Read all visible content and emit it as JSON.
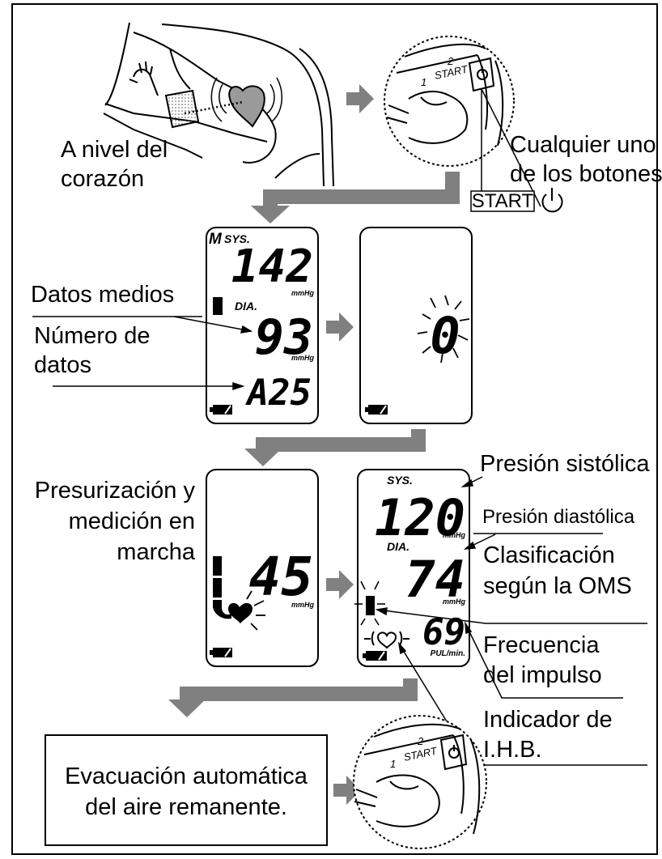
{
  "labels": {
    "heart_level_1": "A nivel del",
    "heart_level_2": "corazón",
    "any_button_1": "Cualquier uno",
    "any_button_2": "de los botones",
    "start_key": "START",
    "average_data": "Datos medios",
    "data_count_1": "Número de",
    "data_count_2": "datos",
    "pressurizing_1": "Presurización y",
    "pressurizing_2": "medición en",
    "pressurizing_3": "marcha",
    "systolic": "Presión sistólica",
    "diastolic": "Presión diastólica",
    "who_1": "Clasificación",
    "who_2": "según la OMS",
    "pulse_1": "Frecuencia",
    "pulse_2": "del impulso",
    "ihb_1": "Indicador de",
    "ihb_2": "I.H.B.",
    "exhaust_1": "Evacuación automática",
    "exhaust_2": "del aire remanente.",
    "device_1": "1",
    "device_2": "2",
    "device_start": "START"
  },
  "display1": {
    "mark": "M",
    "sys_label": "SYS.",
    "dia_label": "DIA.",
    "sys": "142",
    "dia": "93",
    "count": "A25",
    "unit": "mmHg"
  },
  "display2": {
    "zero": "0"
  },
  "display3": {
    "pressure": "45",
    "unit": "mmHg"
  },
  "display4": {
    "sys_label": "SYS.",
    "dia_label": "DIA.",
    "sys": "120",
    "dia": "74",
    "pulse": "69",
    "unit": "mmHg",
    "pulse_unit": "PUL/min."
  },
  "colors": {
    "arrow": "#808080",
    "ink": "#000000"
  }
}
